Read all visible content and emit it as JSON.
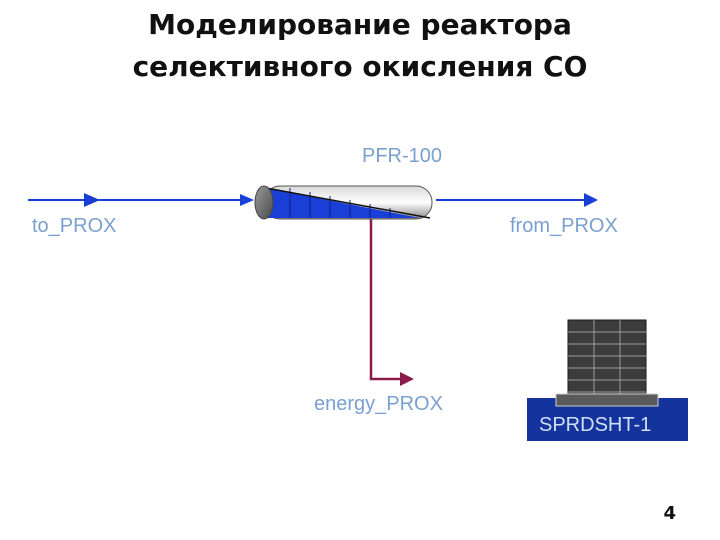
{
  "slide": {
    "title_line1": "Моделирование реактора",
    "title_line2": "селективного окисления СО",
    "page_number": "4"
  },
  "flowsheet": {
    "reactor": {
      "name": "PFR-100"
    },
    "streams": {
      "inlet": "to_PROX",
      "outlet": "from_PROX",
      "energy": "energy_PROX"
    },
    "spreadsheet": {
      "name": "SPRDSHT-1"
    }
  },
  "colors": {
    "material_stream": "#1a3fd6",
    "energy_stream": "#8b1c4a",
    "label": "#7aa0d0",
    "reactor_fill": "#1a3fd6",
    "spreadsheet_bg": "#14339c"
  }
}
